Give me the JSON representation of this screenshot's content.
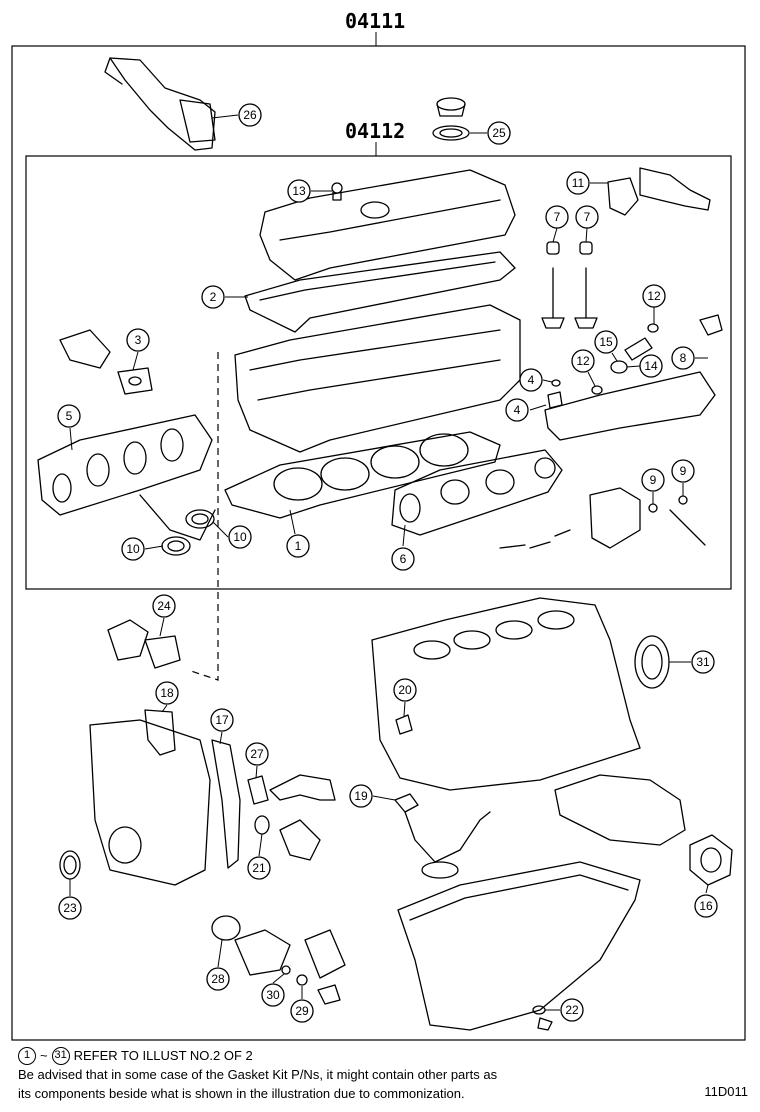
{
  "kits": {
    "outer": {
      "label": "04111"
    },
    "inner": {
      "label": "04112"
    }
  },
  "callouts": [
    "1",
    "2",
    "3",
    "4",
    "4",
    "5",
    "6",
    "7",
    "7",
    "8",
    "9",
    "9",
    "10",
    "10",
    "11",
    "12",
    "12",
    "13",
    "14",
    "15",
    "16",
    "17",
    "18",
    "19",
    "20",
    "21",
    "22",
    "23",
    "24",
    "25",
    "26",
    "27",
    "28",
    "29",
    "30",
    "31"
  ],
  "footer": {
    "range_from": "1",
    "range_sep": "~",
    "range_to": "31",
    "refer_text": "REFER TO ILLUST NO.2 OF 2",
    "advisory_line1": "Be advised that in some case of the Gasket Kit P/Ns,  it might contain other parts as",
    "advisory_line2": "its components beside what is shown in the illustration due to commonization.",
    "drawing_code": "11D011"
  }
}
